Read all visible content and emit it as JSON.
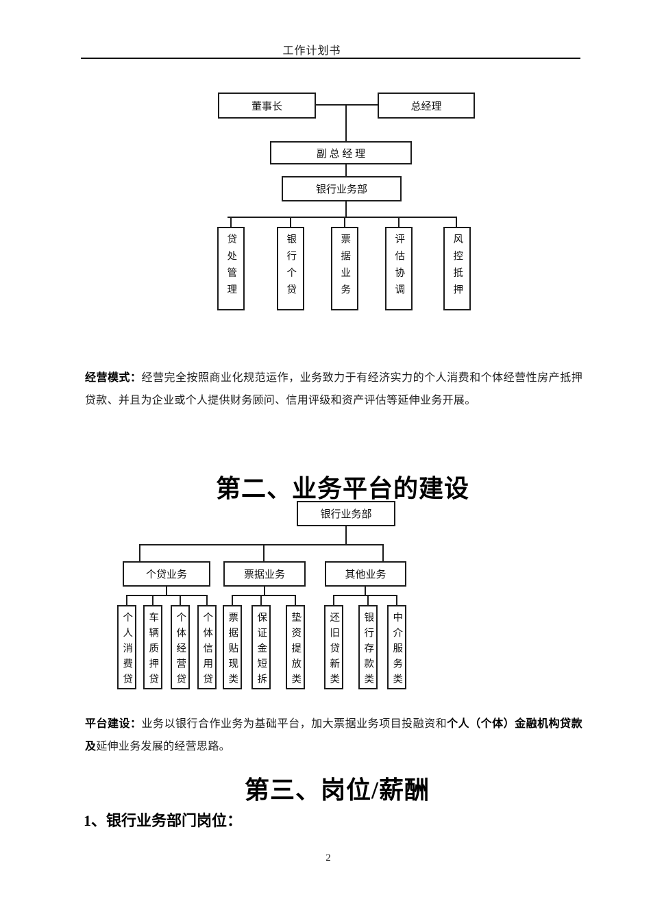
{
  "page": {
    "header_title": "工作计划书",
    "page_number": "2"
  },
  "chart1": {
    "chairman": "董事长",
    "general_manager": "总经理",
    "deputy_general_manager": "副 总 经 理",
    "banking_dept": "银行业务部",
    "leaves": [
      "贷处管理",
      "银行个贷",
      "票据业务",
      "评估协调",
      "风控抵押"
    ]
  },
  "paragraph1": {
    "label": "经营模式：",
    "text": "经营完全按照商业化规范运作，业务致力于有经济实力的个人消费和个体经营性房产抵押贷款、并且为企业或个人提供财务顾问、信用评级和资产评估等延伸业务开展。"
  },
  "section2": {
    "title": "第二、业务平台的建设",
    "chart2": {
      "root": "银行业务部",
      "branches": [
        "个贷业务",
        "票据业务",
        "其他业务"
      ],
      "leaves": [
        "个人消费贷",
        "车辆质押贷",
        "个体经营贷",
        "个体信用贷",
        "票据贴现类",
        "保证金短拆",
        "垫资提放类",
        "还旧贷新类",
        "银行存款类",
        "中介服务类"
      ]
    },
    "paragraph": {
      "label": "平台建设：",
      "text_normal": "业务以银行合作业务为基础平台，加大票据业务项目投融资和",
      "text_bold": "个人（个体）金融机构贷款及",
      "text_end": "延伸业务发展的经营思路。"
    }
  },
  "section3": {
    "title": "第三、岗位/薪酬",
    "subheading": "1、银行业务部门岗位："
  }
}
